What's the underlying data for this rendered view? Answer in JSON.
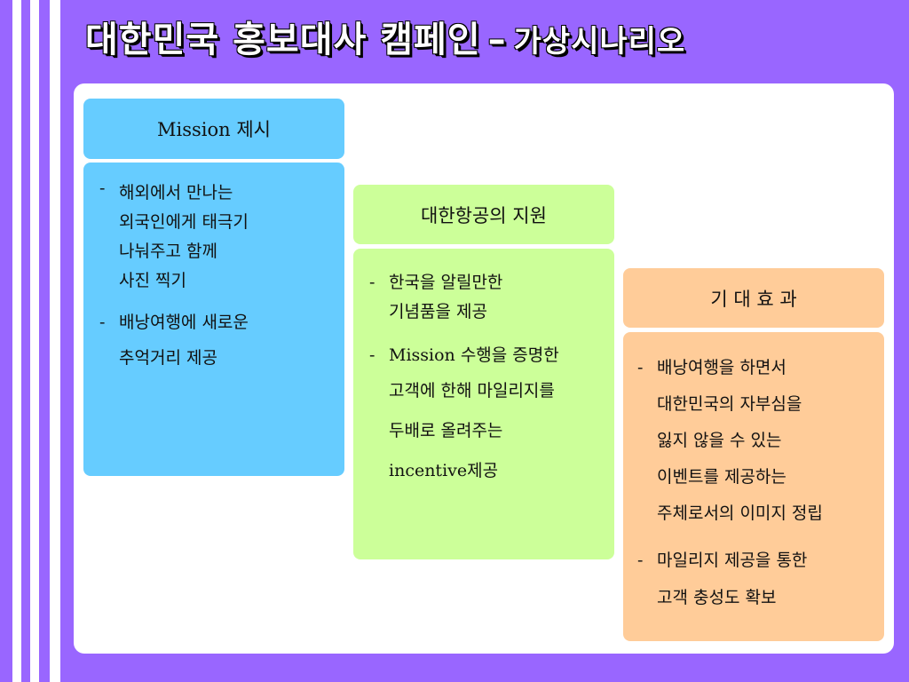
{
  "slide": {
    "title_main": "대한민국 홍보대사 캠페인",
    "title_separator": "–",
    "title_sub": "가상시나리오",
    "colors": {
      "background": "#9966ff",
      "panel": "#ffffff",
      "blue": "#66ccff",
      "green": "#ccff99",
      "orange": "#ffcc99"
    }
  },
  "columns": [
    {
      "header": "Mission 제시",
      "items": [
        {
          "lines": [
            "해외에서 만나는",
            "외국인에게 태극기",
            "나눠주고 함께",
            "사진 찍기"
          ]
        },
        {
          "lines": [
            "배낭여행에 새로운",
            "추억거리 제공"
          ]
        }
      ]
    },
    {
      "header": "대한항공의 지원",
      "items": [
        {
          "lines": [
            "한국을 알릴만한",
            "기념품을 제공"
          ]
        },
        {
          "lines": [
            "Mission 수행을 증명한",
            "고객에 한해 마일리지를",
            "두배로 올려주는",
            "incentive제공"
          ]
        }
      ]
    },
    {
      "header": "기 대 효 과",
      "items": [
        {
          "lines": [
            "배낭여행을 하면서",
            "대한민국의 자부심을",
            "잃지 않을 수 있는",
            "이벤트를 제공하는",
            "주체로서의 이미지 정립"
          ]
        },
        {
          "lines": [
            "마일리지 제공을 통한",
            "고객 충성도 확보"
          ]
        }
      ]
    }
  ]
}
